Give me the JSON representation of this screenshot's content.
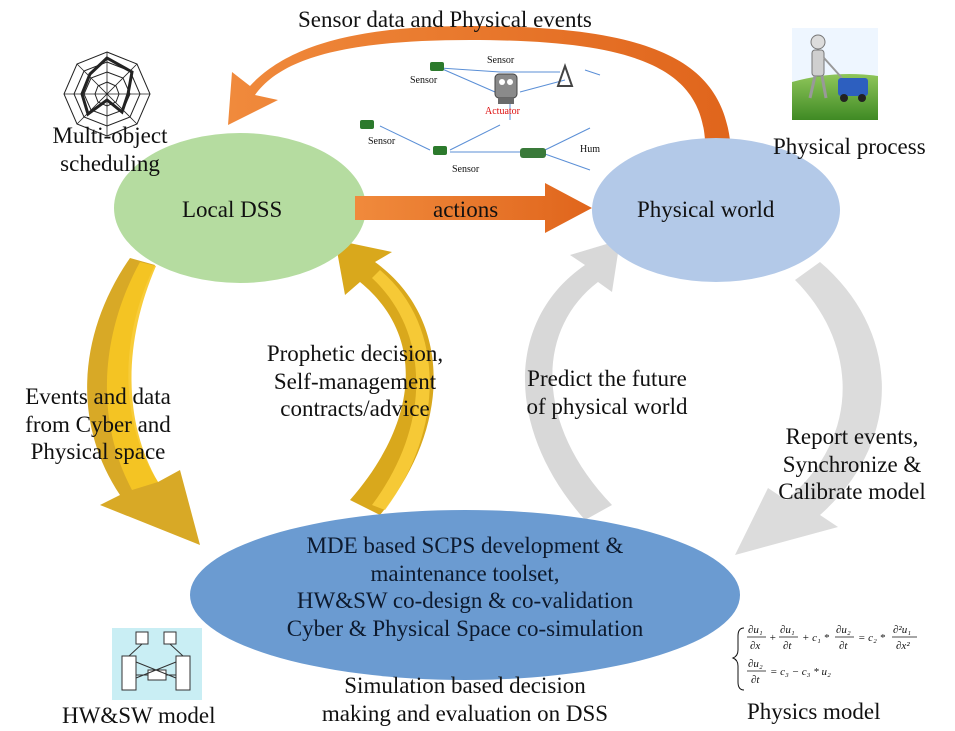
{
  "top_label": "Sensor data and Physical events",
  "nodes": {
    "local_dss": "Local DSS",
    "physical_world": "Physical world",
    "mde": {
      "lines": [
        "MDE based SCPS development &",
        "maintenance toolset,",
        "HW&SW co-design & co-validation",
        "Cyber & Physical Space co-simulation"
      ]
    }
  },
  "arrow_labels": {
    "actions": "actions",
    "events_data": [
      "Events and data",
      "from Cyber and",
      "Physical space"
    ],
    "prophetic": [
      "Prophetic decision,",
      "Self-management",
      "contracts/advice"
    ],
    "predict": [
      "Predict the future",
      "of physical world"
    ],
    "report": [
      "Report events,",
      "Synchronize &",
      "Calibrate model"
    ]
  },
  "corner_labels": {
    "multi_object": [
      "Multi-object",
      "scheduling"
    ],
    "physical_process": "Physical process",
    "hw_sw_model": "HW&SW model",
    "physics_model": "Physics model",
    "simulation": [
      "Simulation based decision",
      "making and evaluation on DSS"
    ]
  },
  "network": {
    "sensor_labels": [
      "Sensor",
      "Sensor",
      "Sensor",
      "Sensor"
    ],
    "actuator_label": "Actuator",
    "hum_label": "Hum"
  },
  "colors": {
    "local_dss_fill": "#b5dca0",
    "physical_world_fill": "#b3c9e8",
    "mde_fill": "#6b9bd1",
    "orange_arrow": "#ec7a2c",
    "gold_arrow": "#d4a017",
    "yellow_arrow": "#f6c21a",
    "gray_arrow": "#d6d6d6"
  }
}
